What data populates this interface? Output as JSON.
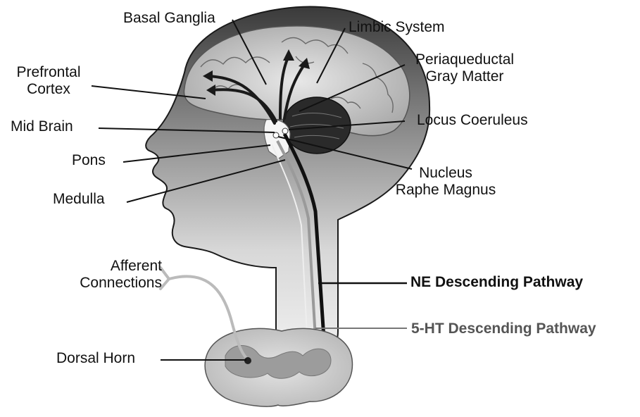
{
  "labels": {
    "basal_ganglia": "Basal Ganglia",
    "limbic_system": "Limbic System",
    "prefrontal_cortex": [
      "Prefrontal",
      "Cortex"
    ],
    "periaqueductal_gray": [
      "Periaqueductal",
      "Gray Matter"
    ],
    "mid_brain": "Mid Brain",
    "locus_coeruleus": "Locus Coeruleus",
    "pons": "Pons",
    "nucleus_raphe_magnus": [
      "Nucleus",
      "Raphe Magnus"
    ],
    "medulla": "Medulla",
    "afferent_connections": [
      "Afferent",
      "Connections"
    ],
    "ne_pathway": "NE Descending Pathway",
    "ht_pathway": "5-HT Descending Pathway",
    "dorsal_horn": "Dorsal Horn"
  },
  "colors": {
    "ne_pathway": "#111111",
    "ht_pathway": "#777777",
    "head_outline": "#1a1a1a"
  }
}
